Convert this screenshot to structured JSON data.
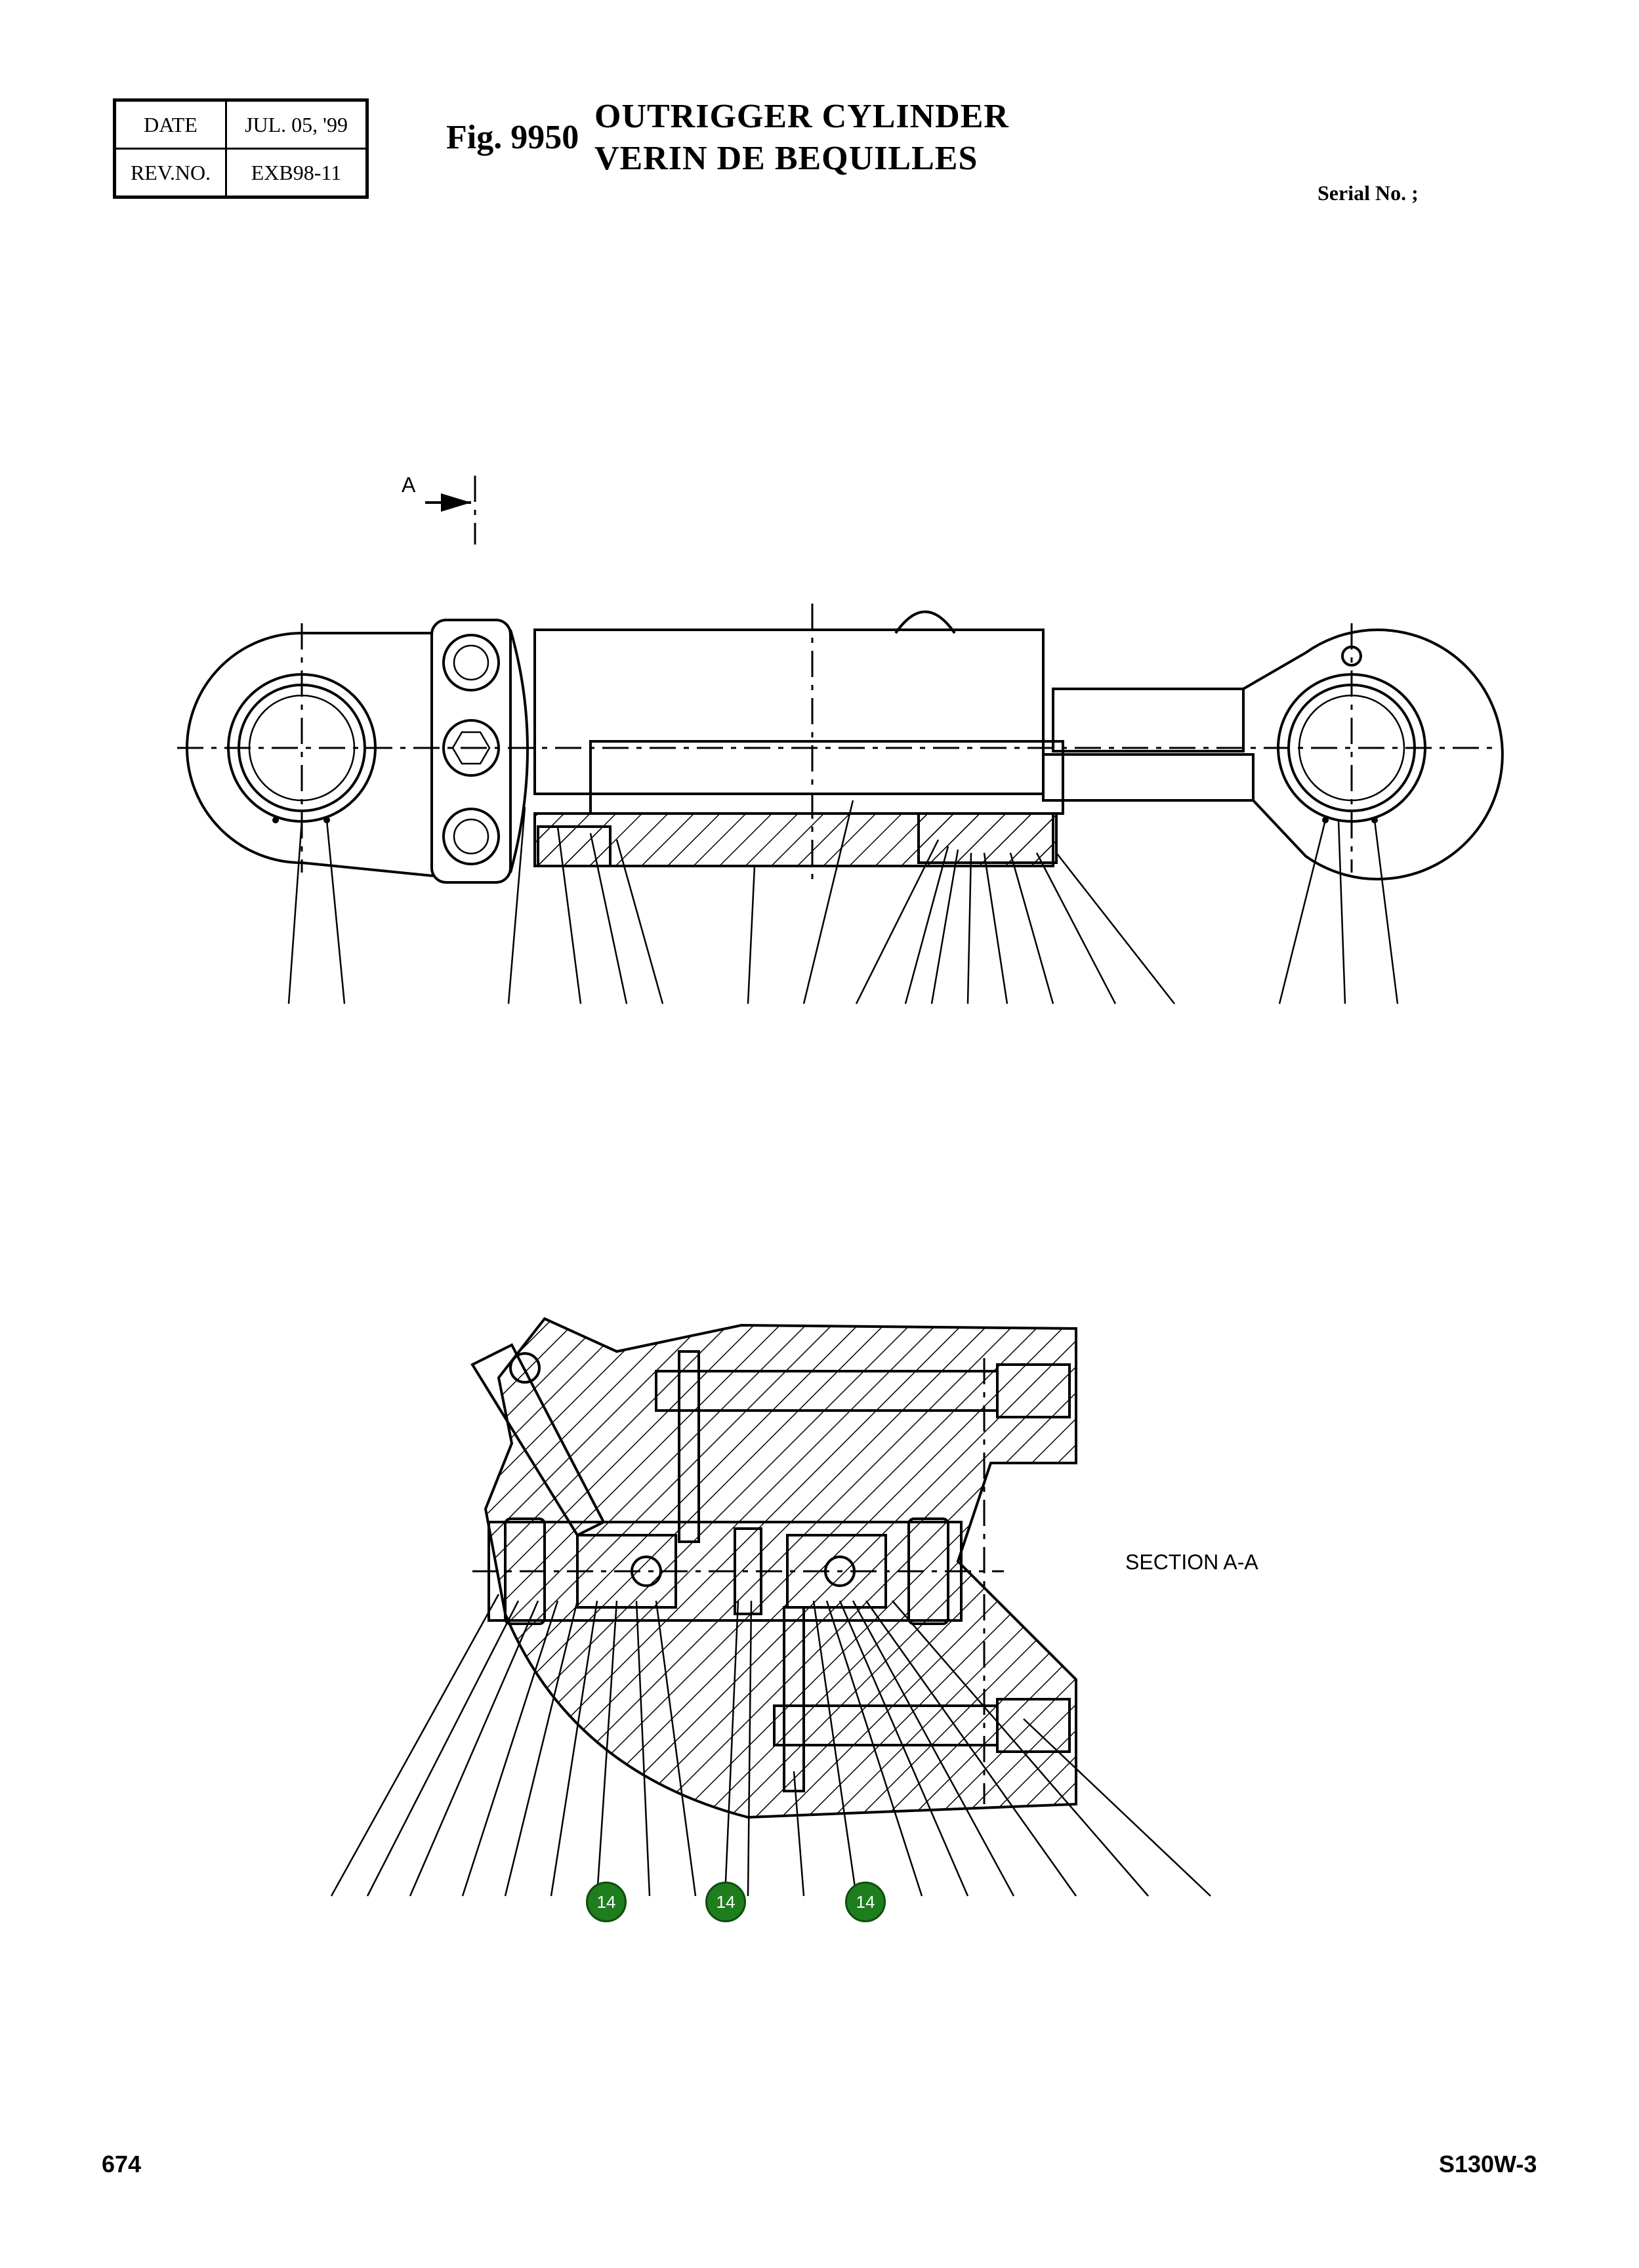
{
  "revision_block": {
    "date_label": "DATE",
    "date_value": "JUL. 05, '99",
    "rev_label": "REV.NO.",
    "rev_value": "EXB98-11"
  },
  "figure": {
    "number": "Fig. 9950",
    "title_en": "OUTRIGGER CYLINDER",
    "title_fr": "VERIN DE BEQUILLES",
    "serial_label": "Serial No. ;"
  },
  "drawing": {
    "section_marker": "A",
    "section_caption": "SECTION  A-A"
  },
  "callouts": [
    "14",
    "14",
    "14"
  ],
  "footer": {
    "page_number": "674",
    "model": "S130W-3"
  }
}
